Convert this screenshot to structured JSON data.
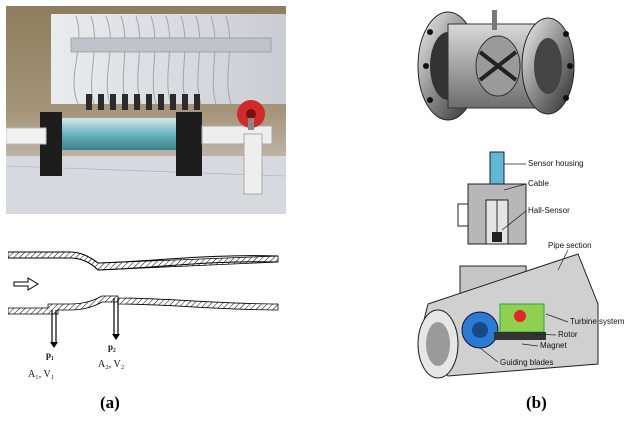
{
  "panel_a": {
    "caption": "(a)",
    "pressure_labels": [
      "p₁",
      "p₂"
    ],
    "area_velocity_labels": [
      "A₁, V₁",
      "A₂, V₂"
    ]
  },
  "panel_b": {
    "caption": "(b)",
    "callouts": [
      "Sensor housing",
      "Cable",
      "Hall-Sensor",
      "Pipe section",
      "Turbine system",
      "Rotor",
      "Magnet",
      "Guiding blades"
    ]
  }
}
